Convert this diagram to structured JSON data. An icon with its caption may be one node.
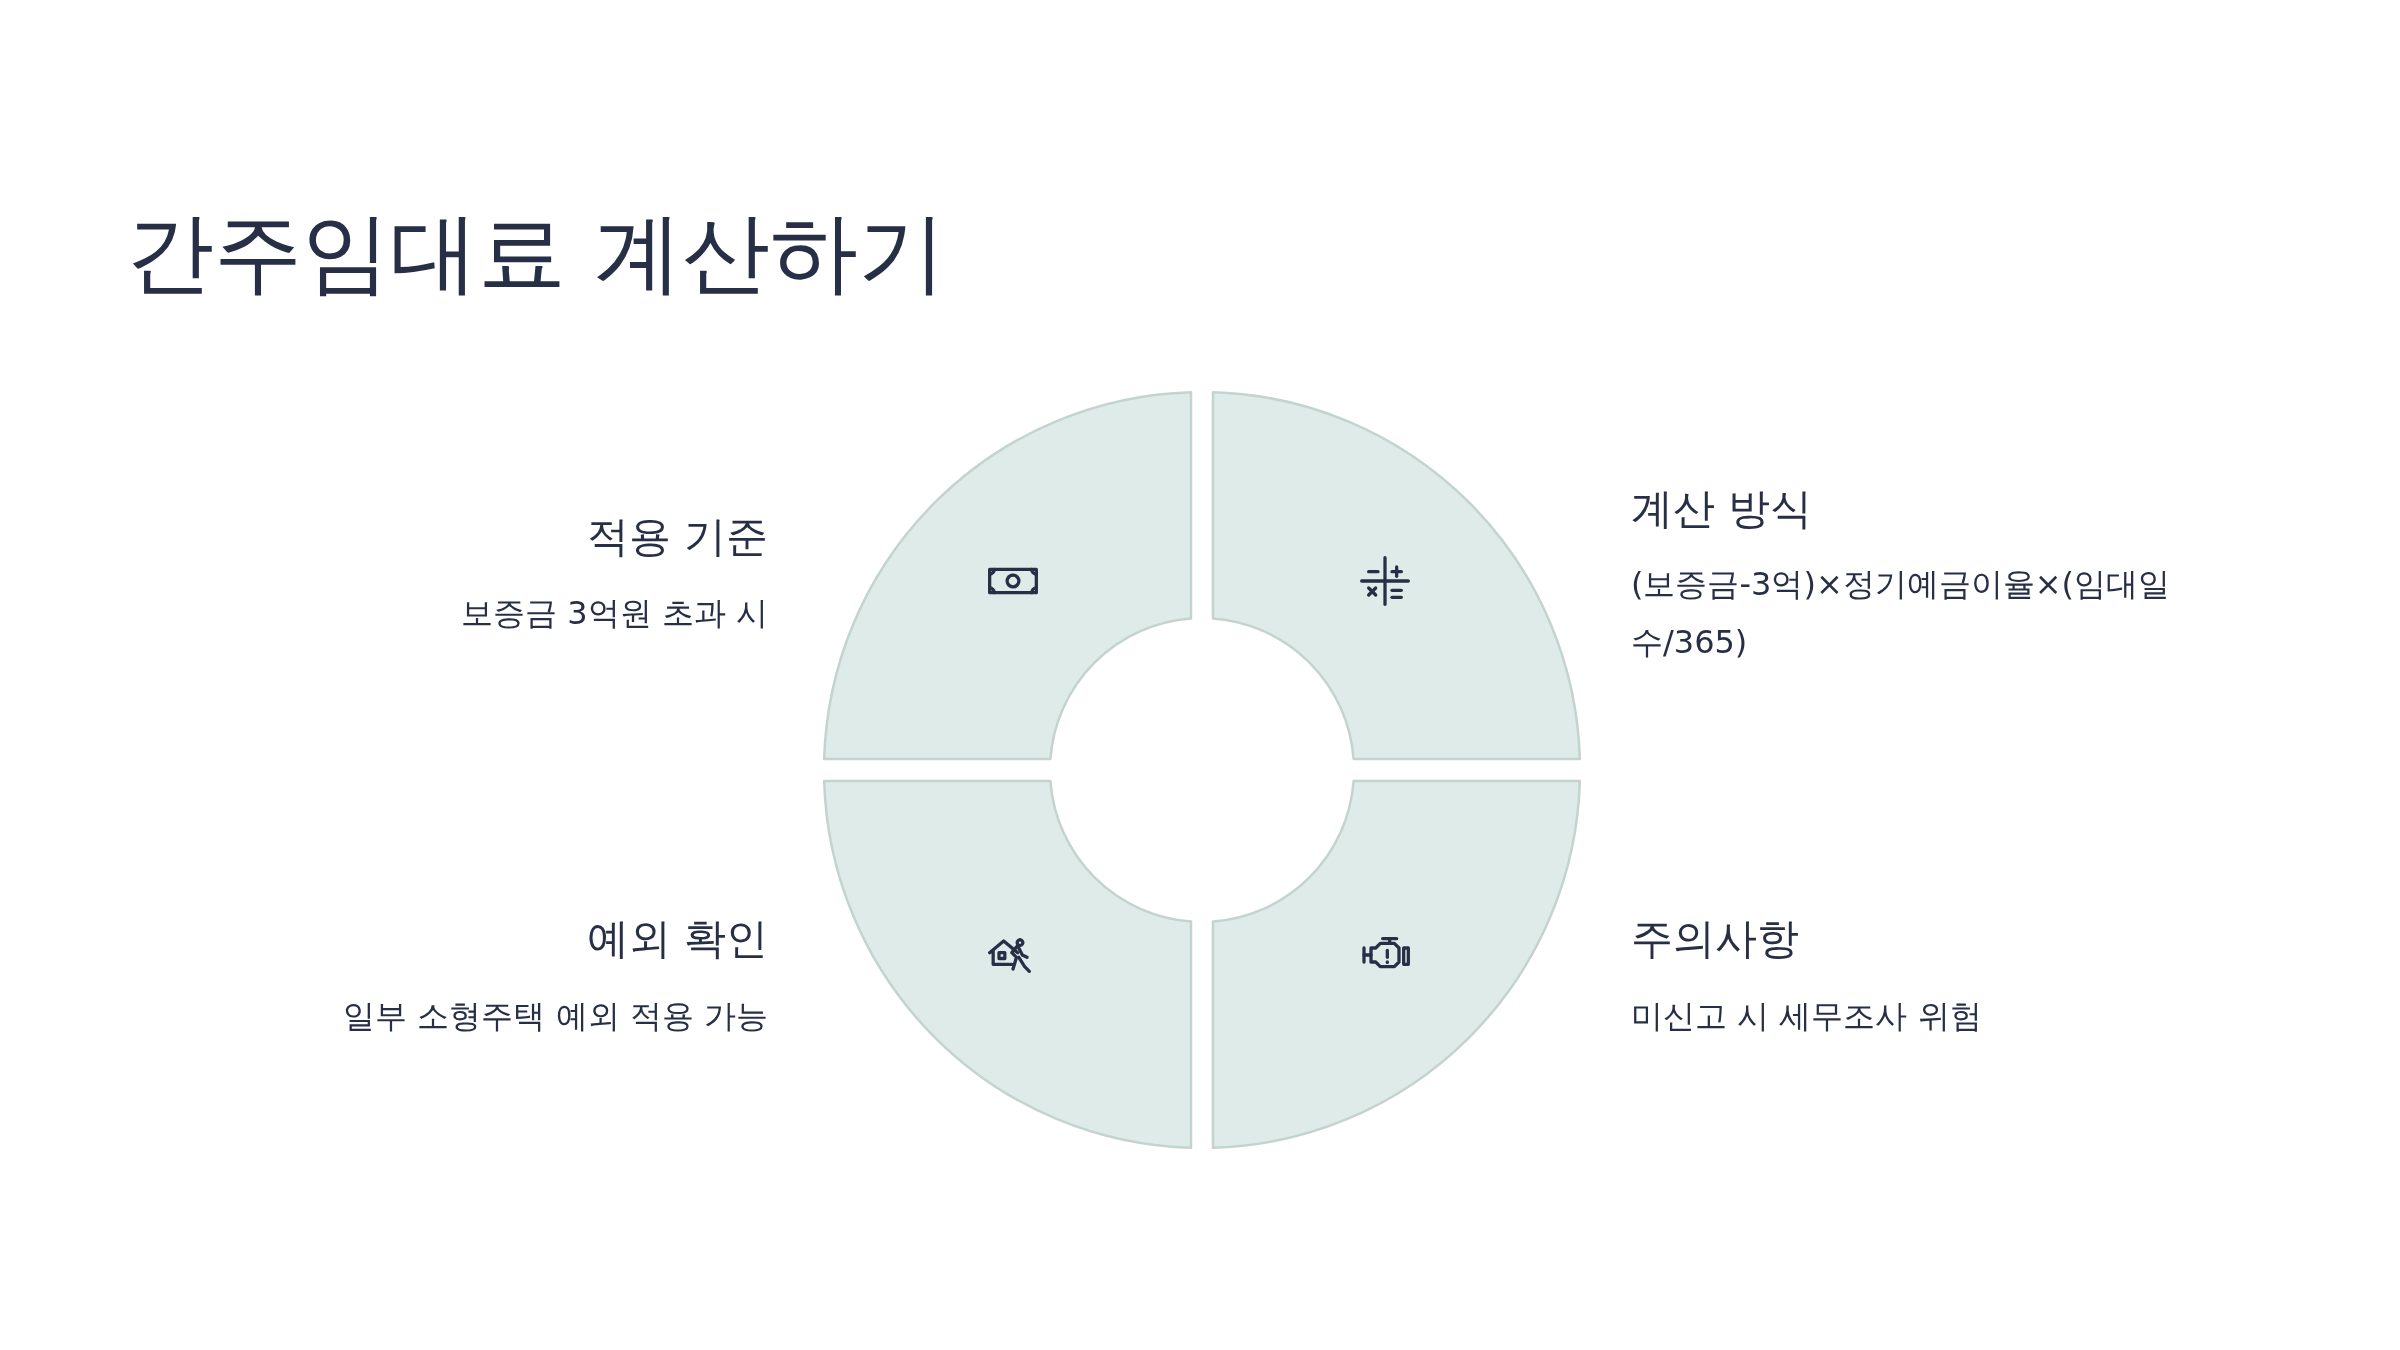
{
  "diagram": {
    "title": "간주임대료 계산하기",
    "nodes": [
      {
        "text": [],
        "shape": "sector",
        "beside": [
          "적용 기준",
          "보증금 3억원 초과 시"
        ]
      },
      {
        "text": [],
        "shape": "sector",
        "beside": [
          "계산 방식",
          "(보증금-3억)×정기예금이율×(임대일수/365)"
        ]
      },
      {
        "text": [],
        "shape": "sector",
        "beside": [
          "예외 확인",
          "일부 소형주택 예외 적용 가능"
        ]
      },
      {
        "text": [],
        "shape": "sector",
        "beside": [
          "주의사항",
          "미신고 시 세무조사 위험"
        ]
      }
    ]
  }
}
